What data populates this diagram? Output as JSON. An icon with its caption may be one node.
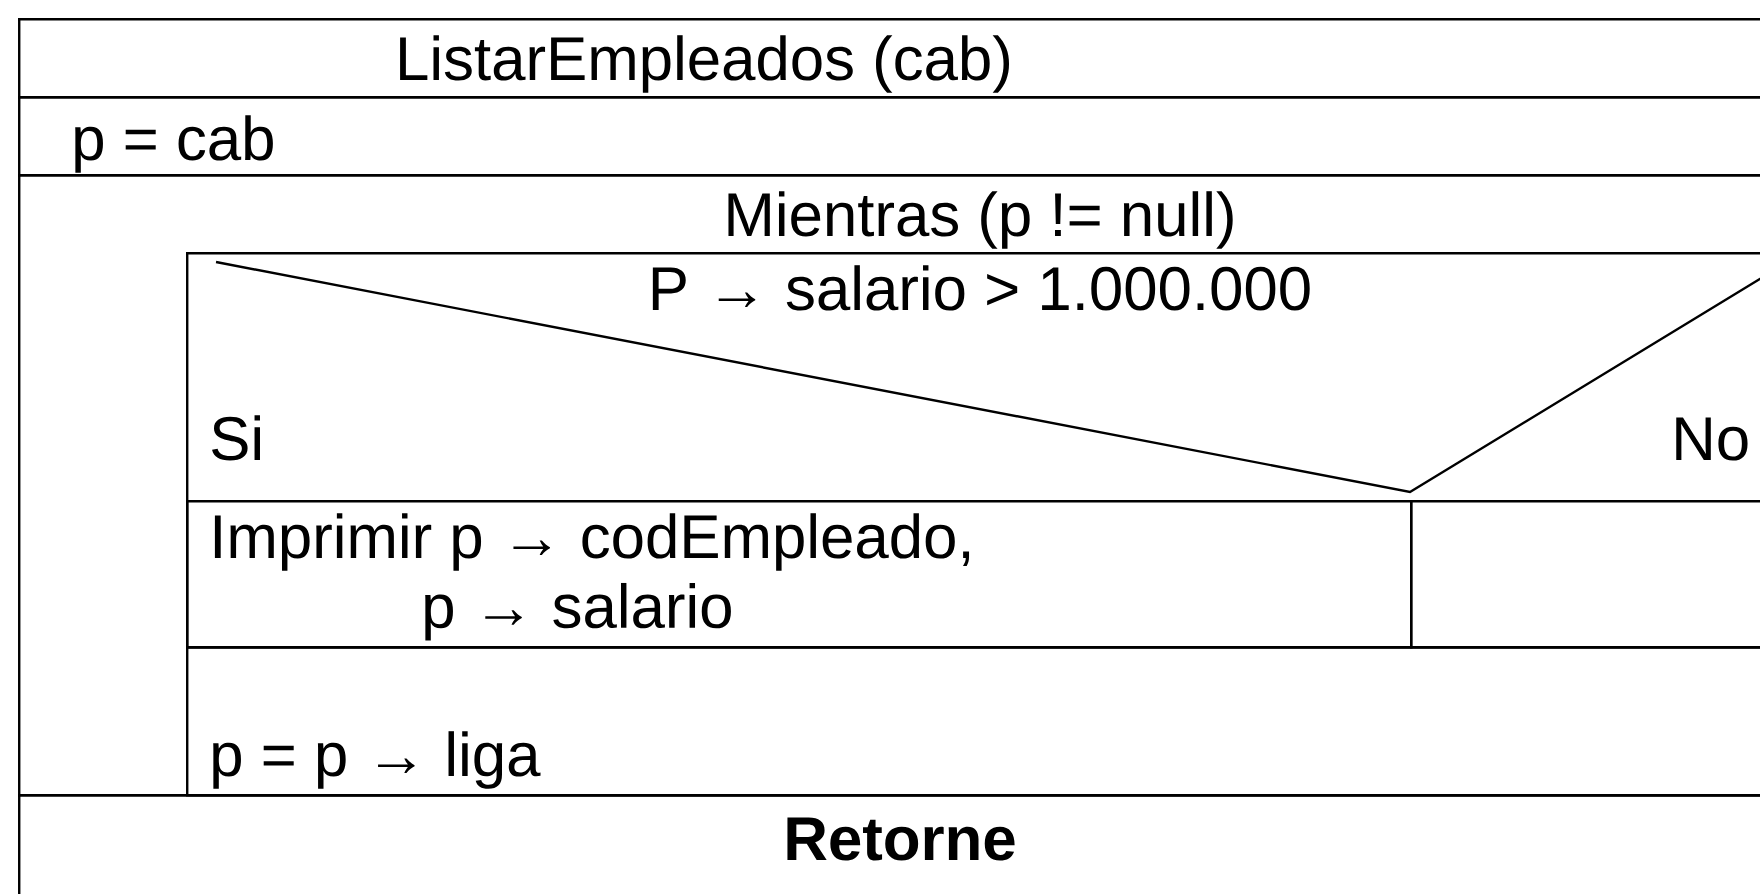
{
  "diagram": {
    "nodes": [
      {
        "text": [
          "ListarEmpleados (cab)"
        ]
      },
      {
        "text": [
          "p = cab"
        ]
      },
      {
        "text": [
          "Mientras (p != null)"
        ]
      },
      {
        "text": [
          "P → salario > 1.000.000",
          "Si",
          "No"
        ],
        "in": 2
      },
      {
        "text": [
          "Imprimir p → codEmpleado, p → salario"
        ],
        "in": 3
      },
      {
        "text": [],
        "shape": "box",
        "in": 3
      },
      {
        "text": [
          "p = p → liga"
        ],
        "in": 2
      },
      {
        "text": [
          "Retorne"
        ]
      }
    ]
  }
}
